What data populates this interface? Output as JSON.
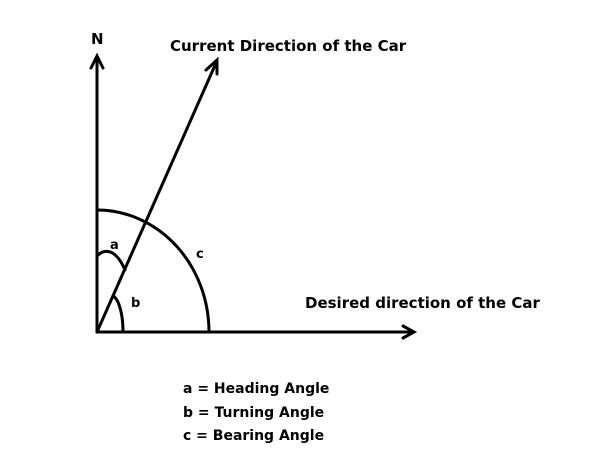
{
  "diagram": {
    "north_label": "N",
    "current_direction_label": "Current Direction of the Car",
    "desired_direction_label": "Desired direction of the Car",
    "angle_labels": {
      "a": "a",
      "b": "b",
      "c": "c"
    },
    "legend": [
      "a = Heading Angle",
      "b = Turning Angle",
      "c = Bearing Angle"
    ],
    "colors": {
      "stroke": "#000000",
      "background": "#ffffff"
    }
  }
}
